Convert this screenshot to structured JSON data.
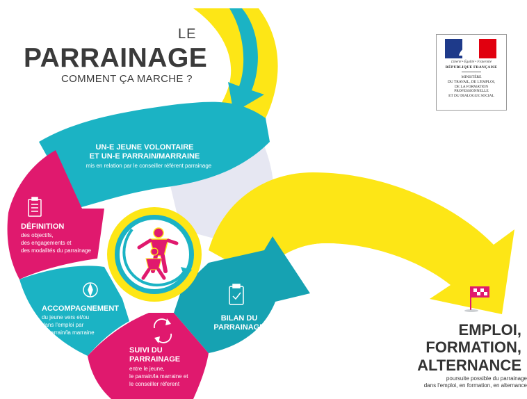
{
  "header": {
    "title_le": "LE",
    "title_main": "PARRAINAGE",
    "title_sub": "COMMENT ÇA MARCHE ?"
  },
  "logo": {
    "motto": "Liberté • Égalité • Fraternité",
    "republic": "RÉPUBLIQUE FRANÇAISE",
    "ministry": "MINISTÈRE\nDU TRAVAIL, DE L'EMPLOI,\nDE LA FORMATION\nPROFESSIONNELLE\nET DU DIALOGUE SOCIAL",
    "colors": {
      "blue": "#1e3a8a",
      "red": "#e1000f"
    }
  },
  "steps": {
    "match": {
      "title_line1": "UN-E JEUNE VOLONTAIRE",
      "title_line2": "ET UN-E PARRAIN/MARRAINE",
      "body": "mis en relation par le conseiller référent parrainage"
    },
    "definition": {
      "title": "DÉFINITION",
      "body_line1": "des objectifs,",
      "body_line2": "des engagements et",
      "body_line3": "des modalités du parrainage",
      "icon": "checklist-icon"
    },
    "accompagnement": {
      "title": "ACCOMPAGNEMENT",
      "body_line1": "du jeune vers et/ou",
      "body_line2": "dans l'emploi par",
      "body_line3": "le parrain/la marraine",
      "icon": "compass-icon"
    },
    "suivi": {
      "title_line1": "SUIVI DU",
      "title_line2": "PARRAINAGE",
      "body_line1": "entre le jeune,",
      "body_line2": "le parrain/la marraine et",
      "body_line3": "le conseiller réferent",
      "icon": "refresh-icon"
    },
    "bilan": {
      "title_line1": "BILAN DU",
      "title_line2": "PARRAINAGE",
      "icon": "clipboard-check-icon"
    }
  },
  "destination": {
    "title": "EMPLOI,\nFORMATION,\nALTERNANCE",
    "body": "poursuite possible du parrainage\ndans l'emploi, en formation, en alternance",
    "icon": "checkered-flag-icon"
  },
  "colors": {
    "yellow": "#fde616",
    "teal": "#1bb3c4",
    "teal_dark": "#16a2b2",
    "magenta": "#e0196e",
    "magenta_dark": "#c2185b",
    "lavender": "#e6e7f2",
    "text_dark": "#3a3a3a"
  }
}
